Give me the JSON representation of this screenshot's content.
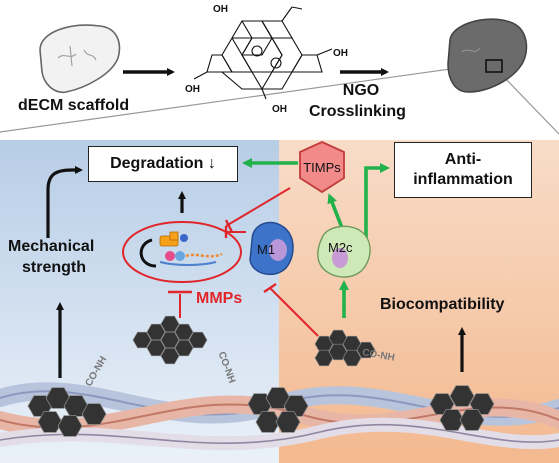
{
  "top": {
    "scaffold_label": "dECM scaffold",
    "crosslink_line1": "NGO",
    "crosslink_line2": "Crosslinking",
    "carboxyl": "OH"
  },
  "left": {
    "mechanical_line1": "Mechanical",
    "mechanical_line2": "strength",
    "degradation": "Degradation ↓",
    "mmps": "MMPs"
  },
  "right": {
    "timps": "TIMPs",
    "anti_line1": "Anti-",
    "anti_line2": "inflammation",
    "m1": "M1",
    "m2c": "M2c",
    "biocompat": "Biocompatibility",
    "amide_left": "CO-NH",
    "amide_mid": "CO-NH",
    "amide_right": "CO-NH"
  },
  "colors": {
    "left_bg_top": "#cfe0f2",
    "right_bg_top": "#f6cdb2",
    "activate": "#22b24c",
    "inhibit": "#e0262b",
    "ngo": "#3a3a3a"
  }
}
